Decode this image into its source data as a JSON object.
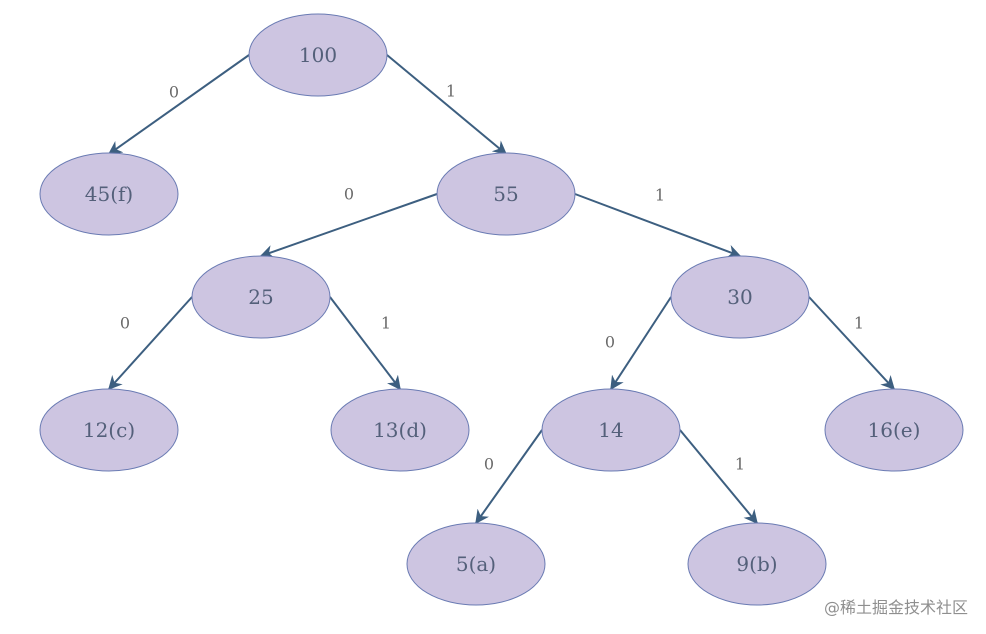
{
  "colors": {
    "node_fill": "#cdc5e1",
    "node_stroke": "#6a7bb3",
    "edge": "#3d5f80",
    "node_text": "#54607a",
    "edge_text": "#6a6a6a"
  },
  "tree": {
    "nodes": [
      {
        "id": "n100",
        "label": "100"
      },
      {
        "id": "n45f",
        "label": "45(f)"
      },
      {
        "id": "n55",
        "label": "55"
      },
      {
        "id": "n25",
        "label": "25"
      },
      {
        "id": "n30",
        "label": "30"
      },
      {
        "id": "n12c",
        "label": "12(c)"
      },
      {
        "id": "n13d",
        "label": "13(d)"
      },
      {
        "id": "n14",
        "label": "14"
      },
      {
        "id": "n16e",
        "label": "16(e)"
      },
      {
        "id": "n5a",
        "label": "5(a)"
      },
      {
        "id": "n9b",
        "label": "9(b)"
      }
    ],
    "edges": [
      {
        "from": "n100",
        "to": "n45f",
        "label": "0"
      },
      {
        "from": "n100",
        "to": "n55",
        "label": "1"
      },
      {
        "from": "n55",
        "to": "n25",
        "label": "0"
      },
      {
        "from": "n55",
        "to": "n30",
        "label": "1"
      },
      {
        "from": "n25",
        "to": "n12c",
        "label": "0"
      },
      {
        "from": "n25",
        "to": "n13d",
        "label": "1"
      },
      {
        "from": "n30",
        "to": "n14",
        "label": "0"
      },
      {
        "from": "n30",
        "to": "n16e",
        "label": "1"
      },
      {
        "from": "n14",
        "to": "n5a",
        "label": "0"
      },
      {
        "from": "n14",
        "to": "n9b",
        "label": "1"
      }
    ]
  },
  "watermark": "@稀土掘金技术社区"
}
